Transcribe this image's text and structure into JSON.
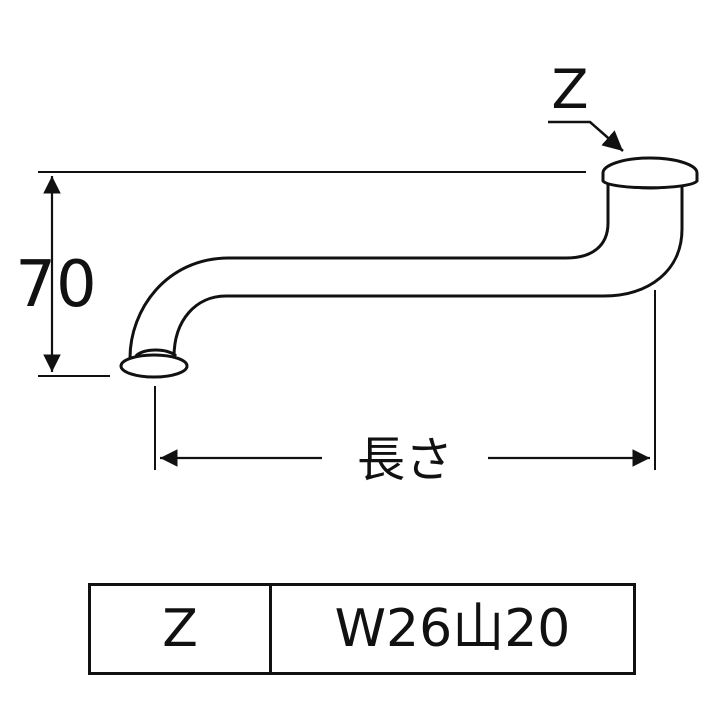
{
  "diagram": {
    "part_label": "Z",
    "height_dimension": "70",
    "length_label": "長さ",
    "stroke_color": "#111111",
    "background_color": "#ffffff"
  },
  "spec_table": {
    "key": "Z",
    "value": "W26山20"
  }
}
